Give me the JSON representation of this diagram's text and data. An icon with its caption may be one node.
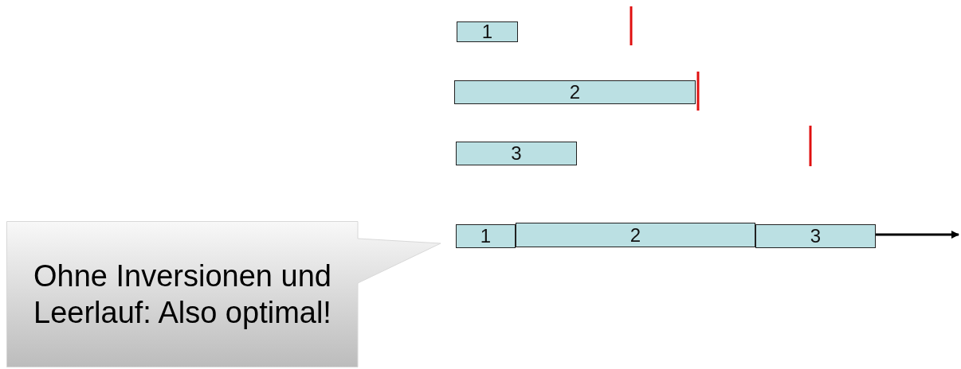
{
  "diagram": {
    "nodes": [
      {
        "text": [
          "1"
        ]
      },
      {
        "text": [
          "2"
        ]
      },
      {
        "text": [
          "3"
        ]
      },
      {
        "text": [
          "1"
        ]
      },
      {
        "text": [
          "2"
        ]
      },
      {
        "text": [
          "3"
        ]
      },
      {
        "text": [
          "Ohne Inversionen und Leerlauf: Also optimal!"
        ]
      }
    ]
  }
}
